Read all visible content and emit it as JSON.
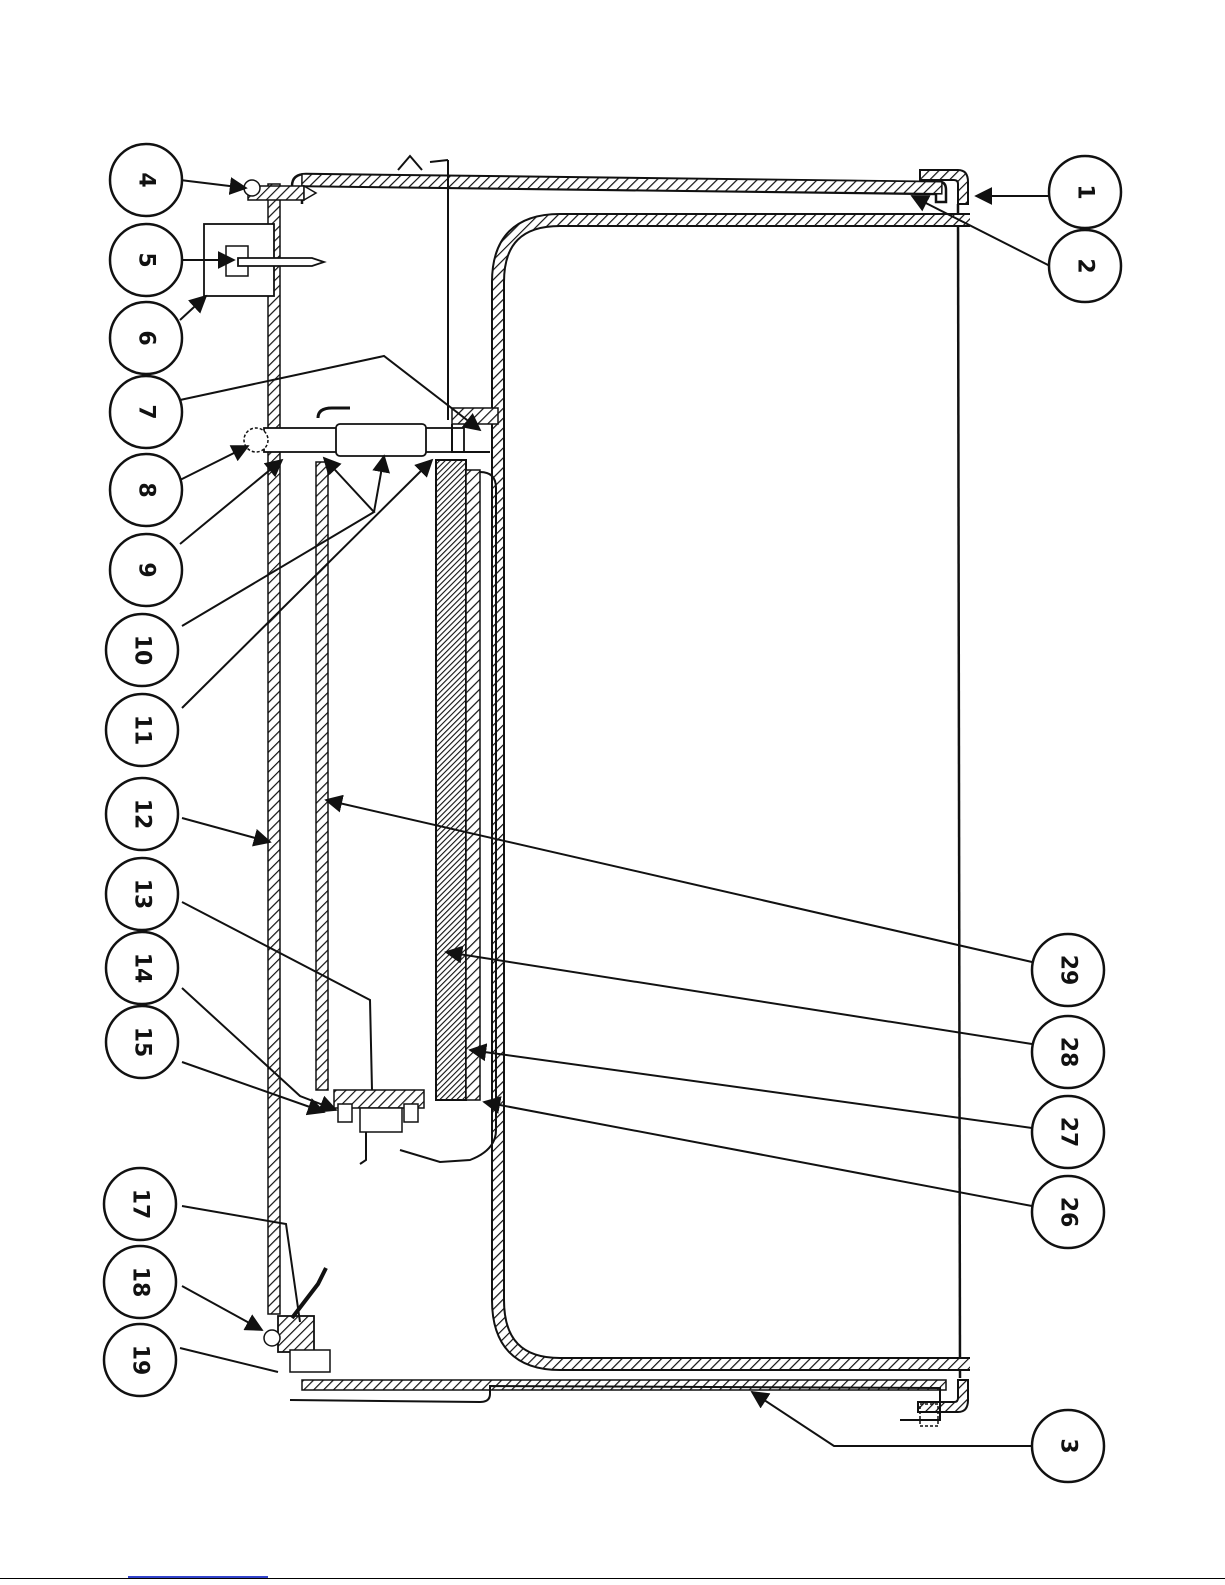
{
  "diagram": {
    "callouts": [
      {
        "id": "c1",
        "label": "1"
      },
      {
        "id": "c2",
        "label": "2"
      },
      {
        "id": "c3",
        "label": "3"
      },
      {
        "id": "c4",
        "label": "4"
      },
      {
        "id": "c5",
        "label": "5"
      },
      {
        "id": "c6",
        "label": "6"
      },
      {
        "id": "c7",
        "label": "7"
      },
      {
        "id": "c8",
        "label": "8"
      },
      {
        "id": "c9",
        "label": "9"
      },
      {
        "id": "c10",
        "label": "10"
      },
      {
        "id": "c11",
        "label": "11"
      },
      {
        "id": "c12",
        "label": "12"
      },
      {
        "id": "c13",
        "label": "13"
      },
      {
        "id": "c14",
        "label": "14"
      },
      {
        "id": "c15",
        "label": "15"
      },
      {
        "id": "c17",
        "label": "17"
      },
      {
        "id": "c18",
        "label": "18"
      },
      {
        "id": "c19",
        "label": "19"
      },
      {
        "id": "c26",
        "label": "26"
      },
      {
        "id": "c27",
        "label": "27"
      },
      {
        "id": "c28",
        "label": "28"
      },
      {
        "id": "c29",
        "label": "29"
      }
    ],
    "colors": {
      "ink": "#111111",
      "paper": "#ffffff",
      "link_underline": "#3344cc"
    }
  }
}
